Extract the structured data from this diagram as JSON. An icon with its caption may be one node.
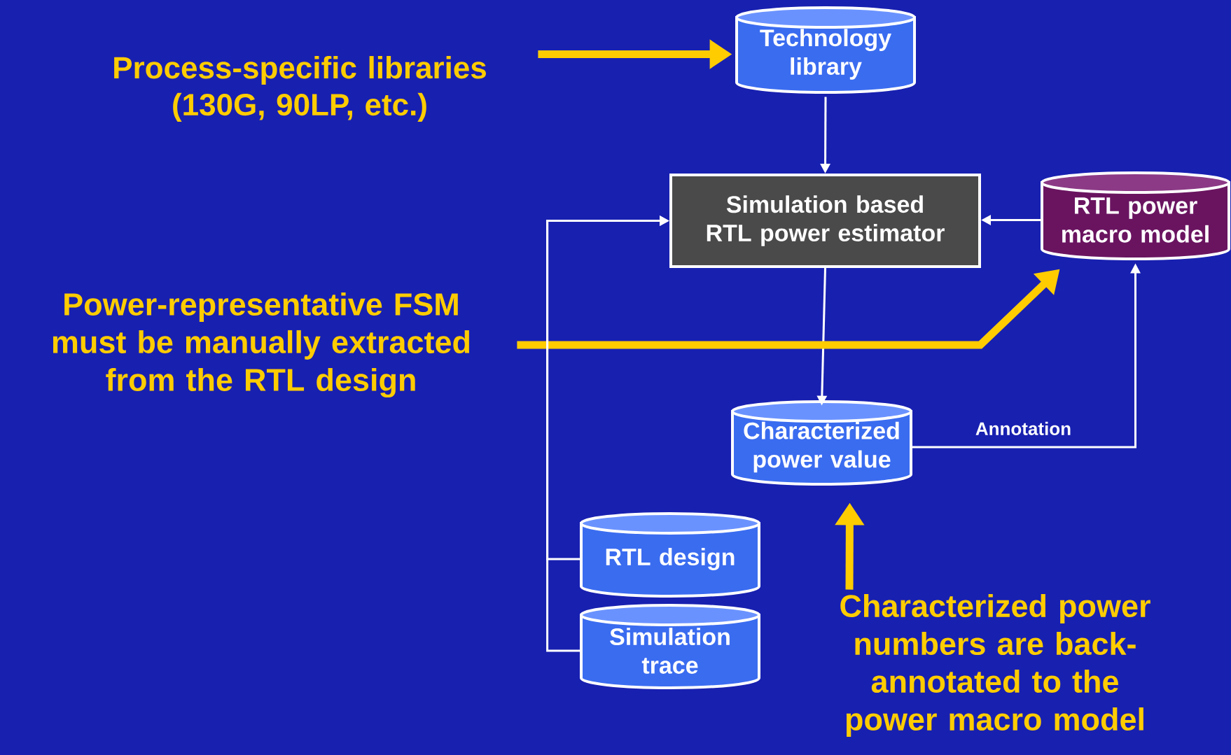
{
  "diagram": {
    "nodes": [
      {
        "text": [
          "Process-specific libraries (130G, 90LP, etc.)"
        ]
      },
      {
        "text": [
          "Technology library"
        ]
      },
      {
        "text": [
          "Simulation based RTL power estimator"
        ]
      },
      {
        "text": [
          "RTL power macro model"
        ]
      },
      {
        "text": [
          "Power-representative FSM must be manually extracted from the RTL design"
        ]
      },
      {
        "text": [
          "Characterized power value"
        ]
      },
      {
        "text": [
          "RTL design"
        ]
      },
      {
        "text": [
          "Simulation trace"
        ]
      },
      {
        "text": [
          "Characterized power numbers are back-annotated to the power macro model"
        ]
      }
    ],
    "edges": [
      {
        "from": 0,
        "to": 1,
        "arrow": "to",
        "style": "thick",
        "color": "#ffcc00"
      },
      {
        "from": 1,
        "to": 2,
        "arrow": "to"
      },
      {
        "from": 3,
        "to": 2,
        "arrow": "to"
      },
      {
        "from": 2,
        "to": 5,
        "arrow": "to"
      },
      {
        "from": 5,
        "to": 3,
        "arrow": "to",
        "label": "Annotation"
      },
      {
        "from": 4,
        "to": 3,
        "arrow": "to",
        "style": "thick",
        "color": "#ffcc00"
      },
      {
        "from": 6,
        "to": 2,
        "arrow": "to"
      },
      {
        "from": 7,
        "to": 2,
        "arrow": "to"
      },
      {
        "from": 8,
        "to": 5,
        "arrow": "to",
        "style": "thick",
        "color": "#ffcc00"
      }
    ]
  }
}
